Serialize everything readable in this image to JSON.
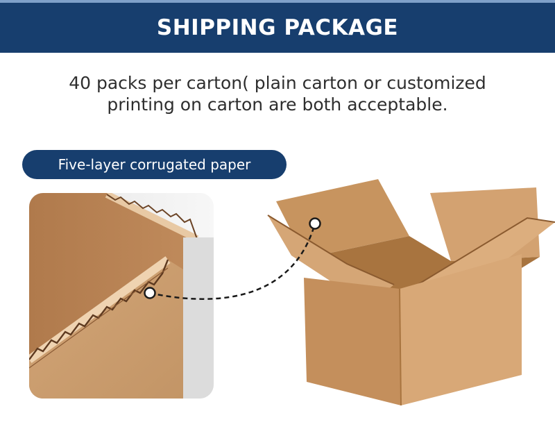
{
  "header": {
    "title": "SHIPPING PACKAGE",
    "bar_color": "#173e6e"
  },
  "description": {
    "line1": "40 packs per carton( plain carton or customized",
    "line2": "printing on carton are both acceptable."
  },
  "material": {
    "label": "Five-layer corrugated paper"
  },
  "colors": {
    "accent": "#173e6e",
    "cardboard": "#c99a68"
  }
}
